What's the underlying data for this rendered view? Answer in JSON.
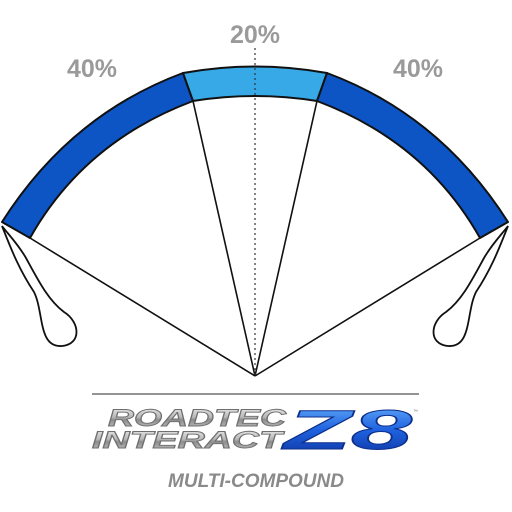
{
  "zones": {
    "left": {
      "label": "40%",
      "color": "#0d55c4"
    },
    "center": {
      "label": "20%",
      "color": "#36a9e6"
    },
    "right": {
      "label": "40%",
      "color": "#0d55c4"
    }
  },
  "logo": {
    "line1": "ROADTEC",
    "line2": "INTERACT",
    "model": "Z8",
    "trademark": "™",
    "subtitle": "MULTI-COMPOUND"
  }
}
